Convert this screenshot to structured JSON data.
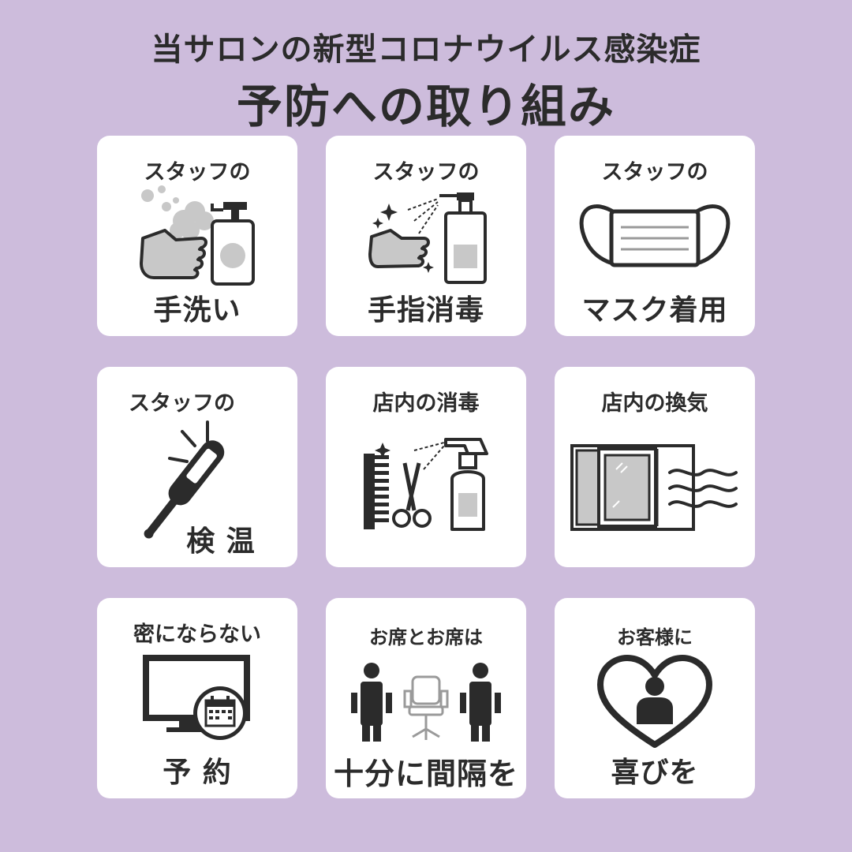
{
  "header": {
    "line1": "当サロンの新型コロナウイルス感染症",
    "line2": "予防への取り組み"
  },
  "colors": {
    "background": "#cdbcdc",
    "card": "#ffffff",
    "ink": "#2b2b2b",
    "gray": "#c8c8c8"
  },
  "cards": [
    {
      "top": "スタッフの",
      "bottom": "手洗い",
      "icon": "handwash-soap-icon"
    },
    {
      "top": "スタッフの",
      "bottom": "手指消毒",
      "icon": "hand-sanitizer-icon"
    },
    {
      "top": "スタッフの",
      "bottom": "マスク着用",
      "icon": "face-mask-icon"
    },
    {
      "top": "スタッフの",
      "bottom": "検 温",
      "icon": "thermometer-icon"
    },
    {
      "top": "店内の消毒",
      "bottom": "",
      "icon": "spray-comb-scissors-icon"
    },
    {
      "top": "店内の換気",
      "bottom": "",
      "icon": "window-ventilation-icon"
    },
    {
      "top": "密にならない",
      "bottom": "予 約",
      "icon": "monitor-calendar-icon"
    },
    {
      "top": "お席とお席は",
      "bottom": "十分に間隔を",
      "icon": "seat-distance-icon"
    },
    {
      "top": "お客様に",
      "bottom": "喜びを",
      "icon": "heart-person-icon"
    }
  ]
}
